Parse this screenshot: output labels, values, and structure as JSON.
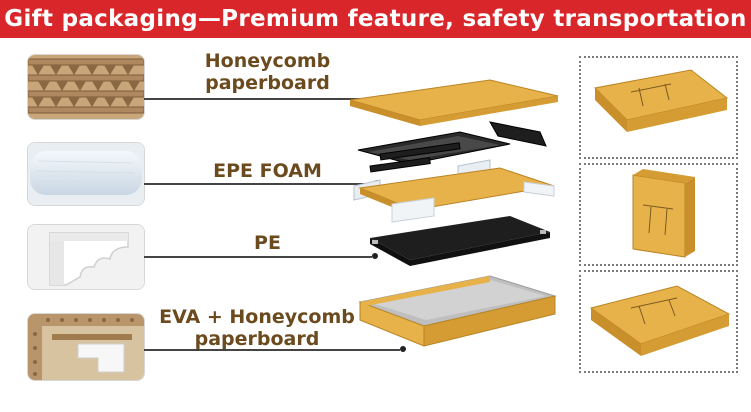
{
  "banner": {
    "title": "Gift packaging—Premium feature, safety transportation",
    "color": "#d9262b"
  },
  "layers": [
    {
      "label_line1": "Honeycomb",
      "label_line2": "paperboard",
      "icon": "honeycomb-paperboard-photo"
    },
    {
      "label_line1": "EPE FOAM",
      "label_line2": "",
      "icon": "epe-foam-photo"
    },
    {
      "label_line1": "PE",
      "label_line2": "",
      "icon": "pe-corner-guard-photo"
    },
    {
      "label_line1": "EVA + Honeycomb",
      "label_line2": "paperboard",
      "icon": "eva-honeycomb-box-corner-photo"
    }
  ],
  "colors": {
    "label_text": "#6b4a1e",
    "cardboard": "#e8b24a",
    "cardboard_dark": "#c98f2a",
    "frame": "#1e1e1e"
  },
  "box_views": [
    {
      "icon": "box-angled-view"
    },
    {
      "icon": "box-upright-view"
    },
    {
      "icon": "box-flat-view"
    }
  ]
}
